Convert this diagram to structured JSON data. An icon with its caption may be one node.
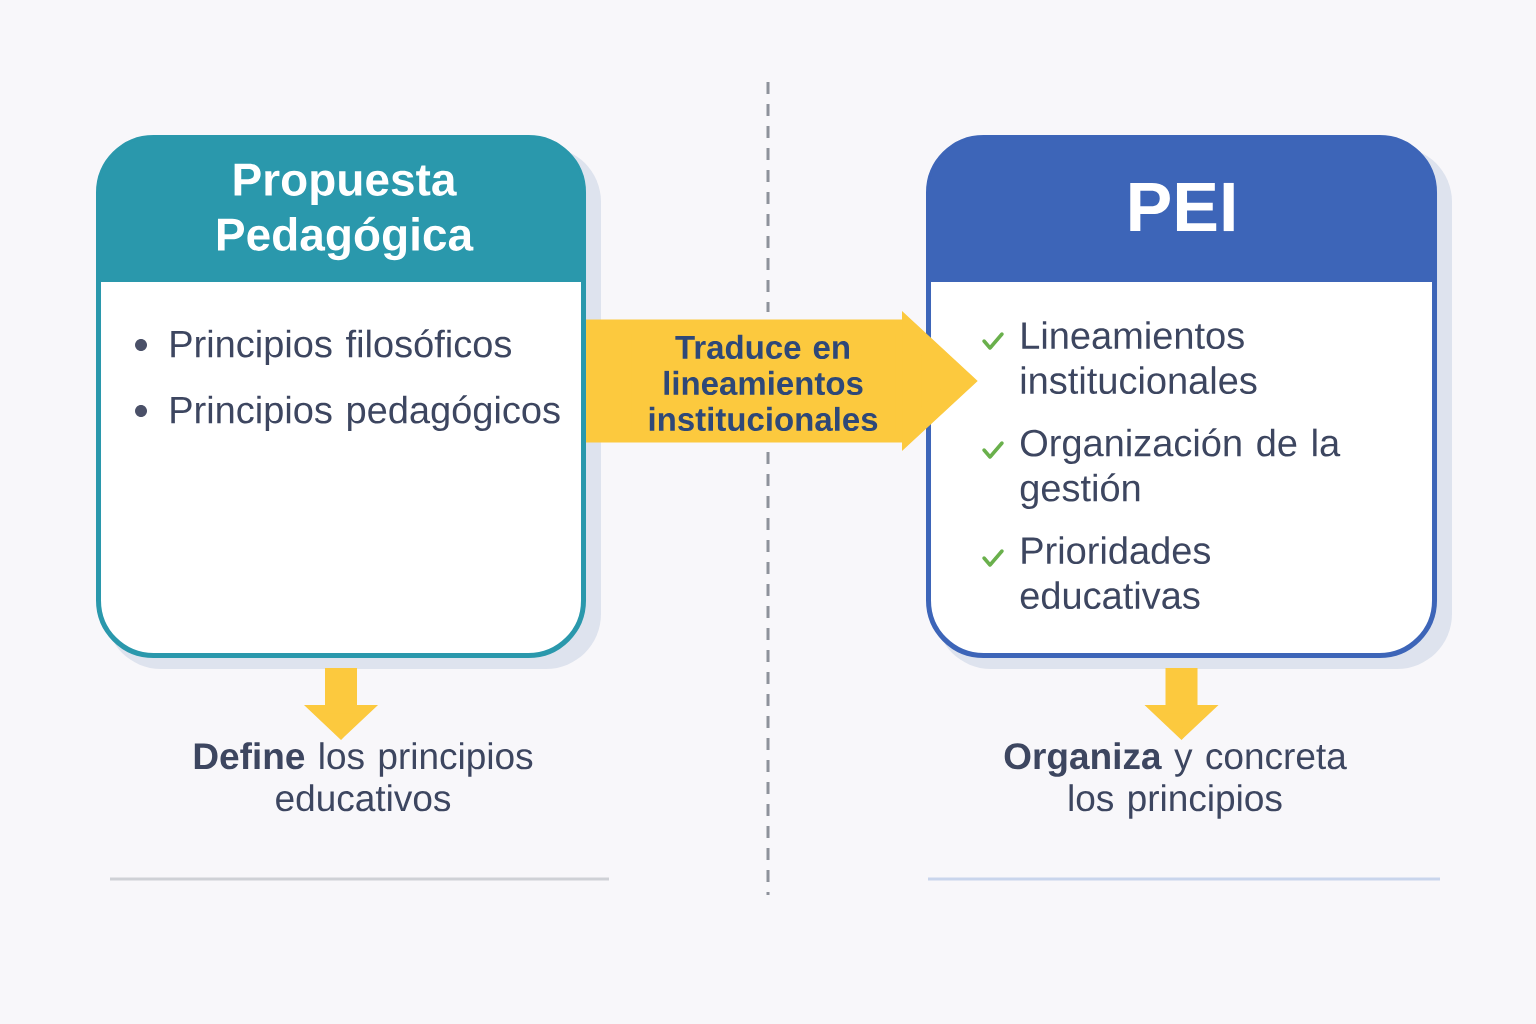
{
  "diagram": {
    "nodes": [
      {
        "text": [
          "Propuesta Pedagógica",
          "Principios filosóficos",
          "Principios pedagógicos"
        ]
      },
      {
        "text": [
          "PEI",
          "Lineamientos institucionales",
          "Organización de la gestión",
          "Prioridades educativas"
        ]
      },
      {
        "text": [
          "**Define** los principios educativos"
        ]
      },
      {
        "text": [
          "**Organiza** y concreta los principios"
        ]
      }
    ],
    "edges": [
      {
        "from": 0,
        "to": 1,
        "arrow": "to",
        "label": "Traduce en lineamientos institucionales",
        "style": "thick"
      },
      {
        "from": 0,
        "to": 2,
        "arrow": "to"
      },
      {
        "from": 1,
        "to": 3,
        "arrow": "to"
      }
    ]
  }
}
